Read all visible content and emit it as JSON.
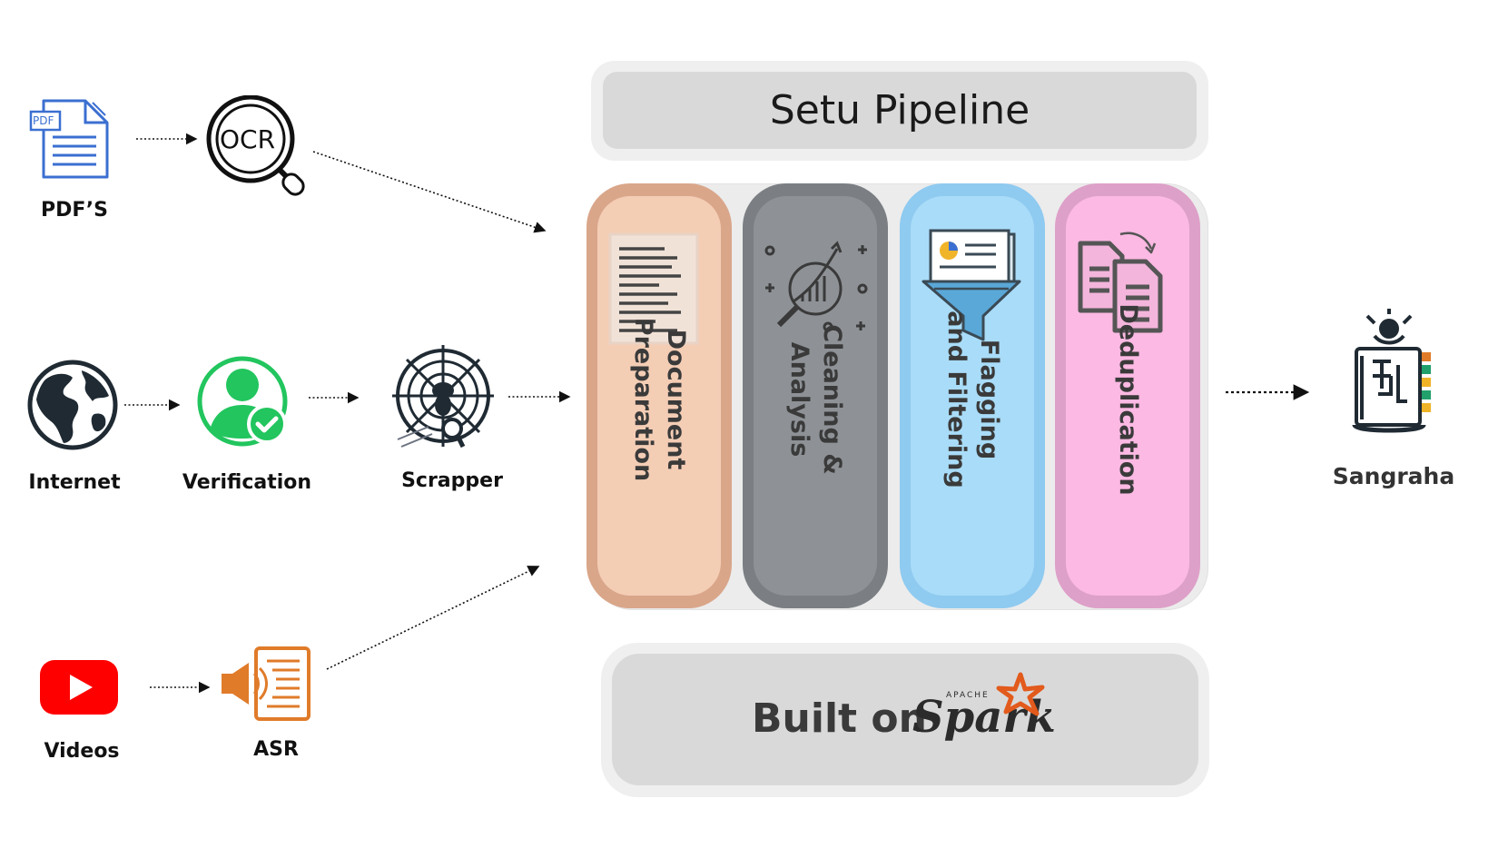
{
  "sources": {
    "pdfs": "PDF’S",
    "pdf_badge": "PDF",
    "ocr": "OCR",
    "internet": "Internet",
    "verification": "Verification",
    "scrapper": "Scrapper",
    "videos": "Videos",
    "asr": "ASR"
  },
  "pipeline": {
    "title": "Setu Pipeline",
    "stages": [
      {
        "line1": "Document",
        "line2": "Preparation",
        "color": "#f4cdb5",
        "border": "#d9a68a"
      },
      {
        "line1": "Cleaning  &",
        "line2": "Analysis",
        "color": "#8e9296",
        "border": "#7b7f83"
      },
      {
        "line1": "Flagging",
        "line2": "and Filtering",
        "color": "#a9dcf8",
        "border": "#8fcaf0"
      },
      {
        "line1": "Deduplication",
        "line2": "",
        "color": "#fbb9e3",
        "border": "#dda0c8"
      }
    ]
  },
  "built_on": {
    "prefix": "Built on",
    "apache": "APACHE",
    "spark": "Spark"
  },
  "output": {
    "label": "Sangraha"
  },
  "colors": {
    "youtube_red": "#ff0000",
    "verification_green": "#22c55e",
    "asr_orange": "#e07b2a",
    "pdf_blue": "#3b6fd1",
    "spark_star": "#e25a1c"
  }
}
